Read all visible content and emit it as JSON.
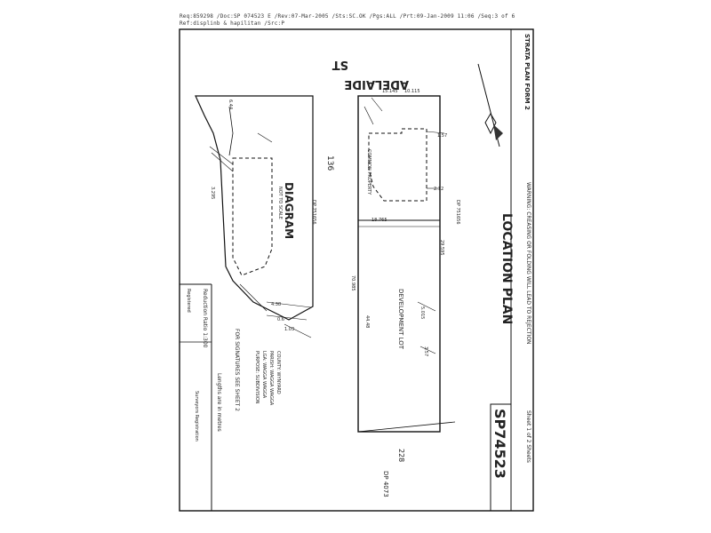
{
  "header": {
    "line1": "Req:859298 /Doc:SP 074523 E /Rev:07-Mar-2005 /Sts:SC.OK /Pgs:ALL /Prt:09-Jan-2009 11:06 /Seq:3 of 6",
    "line2": "Ref:displinb & hapilitan /Src:P"
  },
  "street": {
    "name": "ADELAIDE",
    "suffix": "ST"
  },
  "title_block": {
    "sheet_title": "STRATA PLAN FORM 2",
    "warning": "WARNING: CREASING OR FOLDING WILL LEAD TO REJECTION",
    "location_plan": "LOCATION PLAN",
    "plan_number": "SP74523",
    "sheet": "Sheet 1 of 2 Sheets"
  },
  "diagram": {
    "title": "DIAGRAM",
    "not_to_scale": "NOT TO SCALE",
    "lot_136": "136",
    "dp_left": "DP 751656",
    "dp_right": "DP 751656",
    "common_property": "COMMON PROPERTY",
    "development_lot": "DEVELOPMENT LOT",
    "dp_bottom": "DP 4073",
    "lot_228": "228",
    "dims": [
      "15.145",
      "10.115",
      "6.44",
      "3.295",
      "4.38",
      "0.6",
      "1.03",
      "29.595",
      "70.985",
      "44.48",
      "18.765",
      "2.12",
      "1.57",
      "5.015",
      "3.57"
    ]
  },
  "side_notes": {
    "registered": "Registered",
    "scale": "Reduction Ratio 1:300",
    "lengths": "Lengths are in metres",
    "surveyor": "Surveyors Registration",
    "notes": [
      "PURPOSE: SUBDIVISION",
      "LGA: WAGGA WAGGA",
      "PARISH: WAGGA WAGGA",
      "COUNTY: WYNYARD"
    ],
    "stamp": "FOR SIGNATURES SEE SHEET 2"
  }
}
